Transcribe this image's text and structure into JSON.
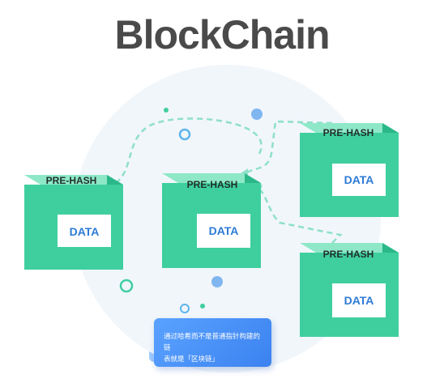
{
  "title": "BlockChain",
  "blocks": [
    {
      "hash_label": "PRE-HASH",
      "data_label": "DATA"
    },
    {
      "hash_label": "PRE-HASH",
      "data_label": "DATA"
    },
    {
      "hash_label": "PRE-HASH",
      "data_label": "DATA"
    },
    {
      "hash_label": "PRE-HASH",
      "data_label": "DATA"
    }
  ],
  "caption": {
    "line1": "通过哈希而不是普通指针构建的链",
    "line2": "表就是「区块链」"
  },
  "colors": {
    "block_front": "#3fcf9f",
    "block_top": "#8ee8c8",
    "block_side": "#2bb889",
    "connector": "#8ee0c8",
    "caption_bg": "#4d95fa"
  }
}
